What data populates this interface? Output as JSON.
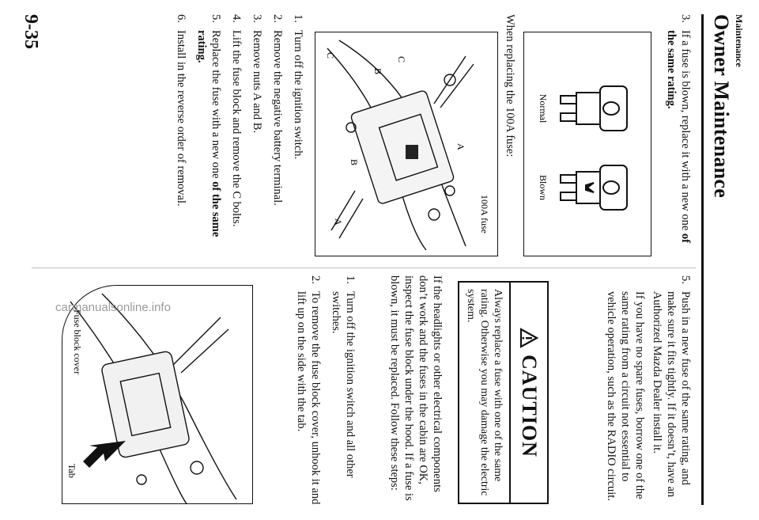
{
  "header": {
    "section": "Maintenance",
    "title": "Owner Maintenance"
  },
  "page_number": "9-35",
  "watermark": "carmanualsonline.info",
  "left_column": {
    "step3_text_a": "If a fuse is blown, replace it with a new one ",
    "step3_text_b": "of the same rating.",
    "step3_num": "3.",
    "fuse_figure": {
      "normal_label": "Normal",
      "blown_label": "Blown"
    },
    "replace_100a_intro": "When replacing the 100A fuse:",
    "engine_figure": {
      "fuse_label": "100A fuse",
      "label_a1": "A",
      "label_a2": "A",
      "label_b1": "B",
      "label_b2": "B",
      "label_c1": "C",
      "label_c2": "C"
    },
    "steps": [
      {
        "num": "1.",
        "text": "Turn off the ignition switch."
      },
      {
        "num": "2.",
        "text": "Remove the negative battery terminal."
      },
      {
        "num": "3.",
        "text": "Remove nuts A and B."
      },
      {
        "num": "4.",
        "text": "Lift the fuse block and remove the C bolts."
      },
      {
        "num": "5.",
        "text_a": "Replace the fuse with a new one ",
        "text_b": "of the same rating."
      },
      {
        "num": "6.",
        "text": "Install in the reverse order of removal."
      }
    ]
  },
  "right_column": {
    "step5_num": "5.",
    "step5_text": "Push in a new fuse of the same rating, and make sure it fits tightly. If it doesn’t, have an Authorized Mazda Dealer install it.",
    "step5_text2": "If you have no spare fuses, borrow one of the same rating from a circuit not essential to vehicle operation, such as the RADIO circuit.",
    "caution": {
      "title": "CAUTION",
      "body": "Always replace a fuse with one of the same rating. Otherwise you may damage the electric system."
    },
    "cabin_intro": "If the headlights or other electrical components don’t work and the fuses in the cabin are OK, inspect the fuse block under the hood. If a fuse is blown, it must be replaced. Follow these steps:",
    "steps": [
      {
        "num": "1.",
        "text": "Turn off the ignition switch and all other switches."
      },
      {
        "num": "2.",
        "text": "To remove the fuse block cover, unhook it and lift up on the side with the tab."
      }
    ],
    "cover_figure": {
      "tab_label": "Tab",
      "cover_label": "Fuse block cover"
    }
  }
}
